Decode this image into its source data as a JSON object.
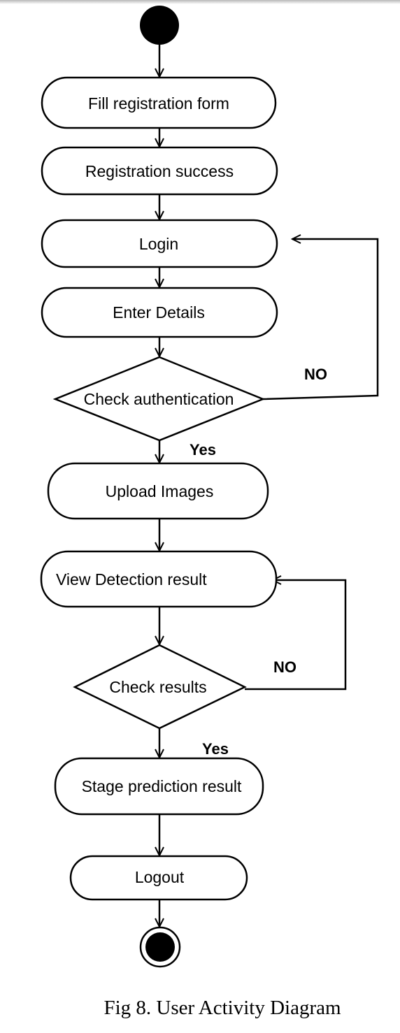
{
  "diagram": {
    "type": "uml-activity",
    "nodes": {
      "fill_registration_form": "Fill registration form",
      "registration_success": "Registration success",
      "login": "Login",
      "enter_details": "Enter Details",
      "check_authentication": "Check authentication",
      "upload_images": "Upload Images",
      "view_detection_result": "View Detection result",
      "check_results": "Check results",
      "stage_prediction_result": "Stage prediction result",
      "logout": "Logout"
    },
    "guards": {
      "auth_no": "NO",
      "auth_yes": "Yes",
      "results_no": "NO",
      "results_yes": "Yes"
    },
    "flow": [
      [
        "initial",
        "fill_registration_form"
      ],
      [
        "fill_registration_form",
        "registration_success"
      ],
      [
        "registration_success",
        "login"
      ],
      [
        "login",
        "enter_details"
      ],
      [
        "enter_details",
        "check_authentication"
      ],
      [
        "check_authentication",
        "upload_images",
        "Yes"
      ],
      [
        "check_authentication",
        "login",
        "NO"
      ],
      [
        "upload_images",
        "view_detection_result"
      ],
      [
        "view_detection_result",
        "check_results"
      ],
      [
        "check_results",
        "stage_prediction_result",
        "Yes"
      ],
      [
        "check_results",
        "view_detection_result",
        "NO"
      ],
      [
        "stage_prediction_result",
        "logout"
      ],
      [
        "logout",
        "final"
      ]
    ]
  },
  "caption": "Fig 8. User Activity Diagram"
}
